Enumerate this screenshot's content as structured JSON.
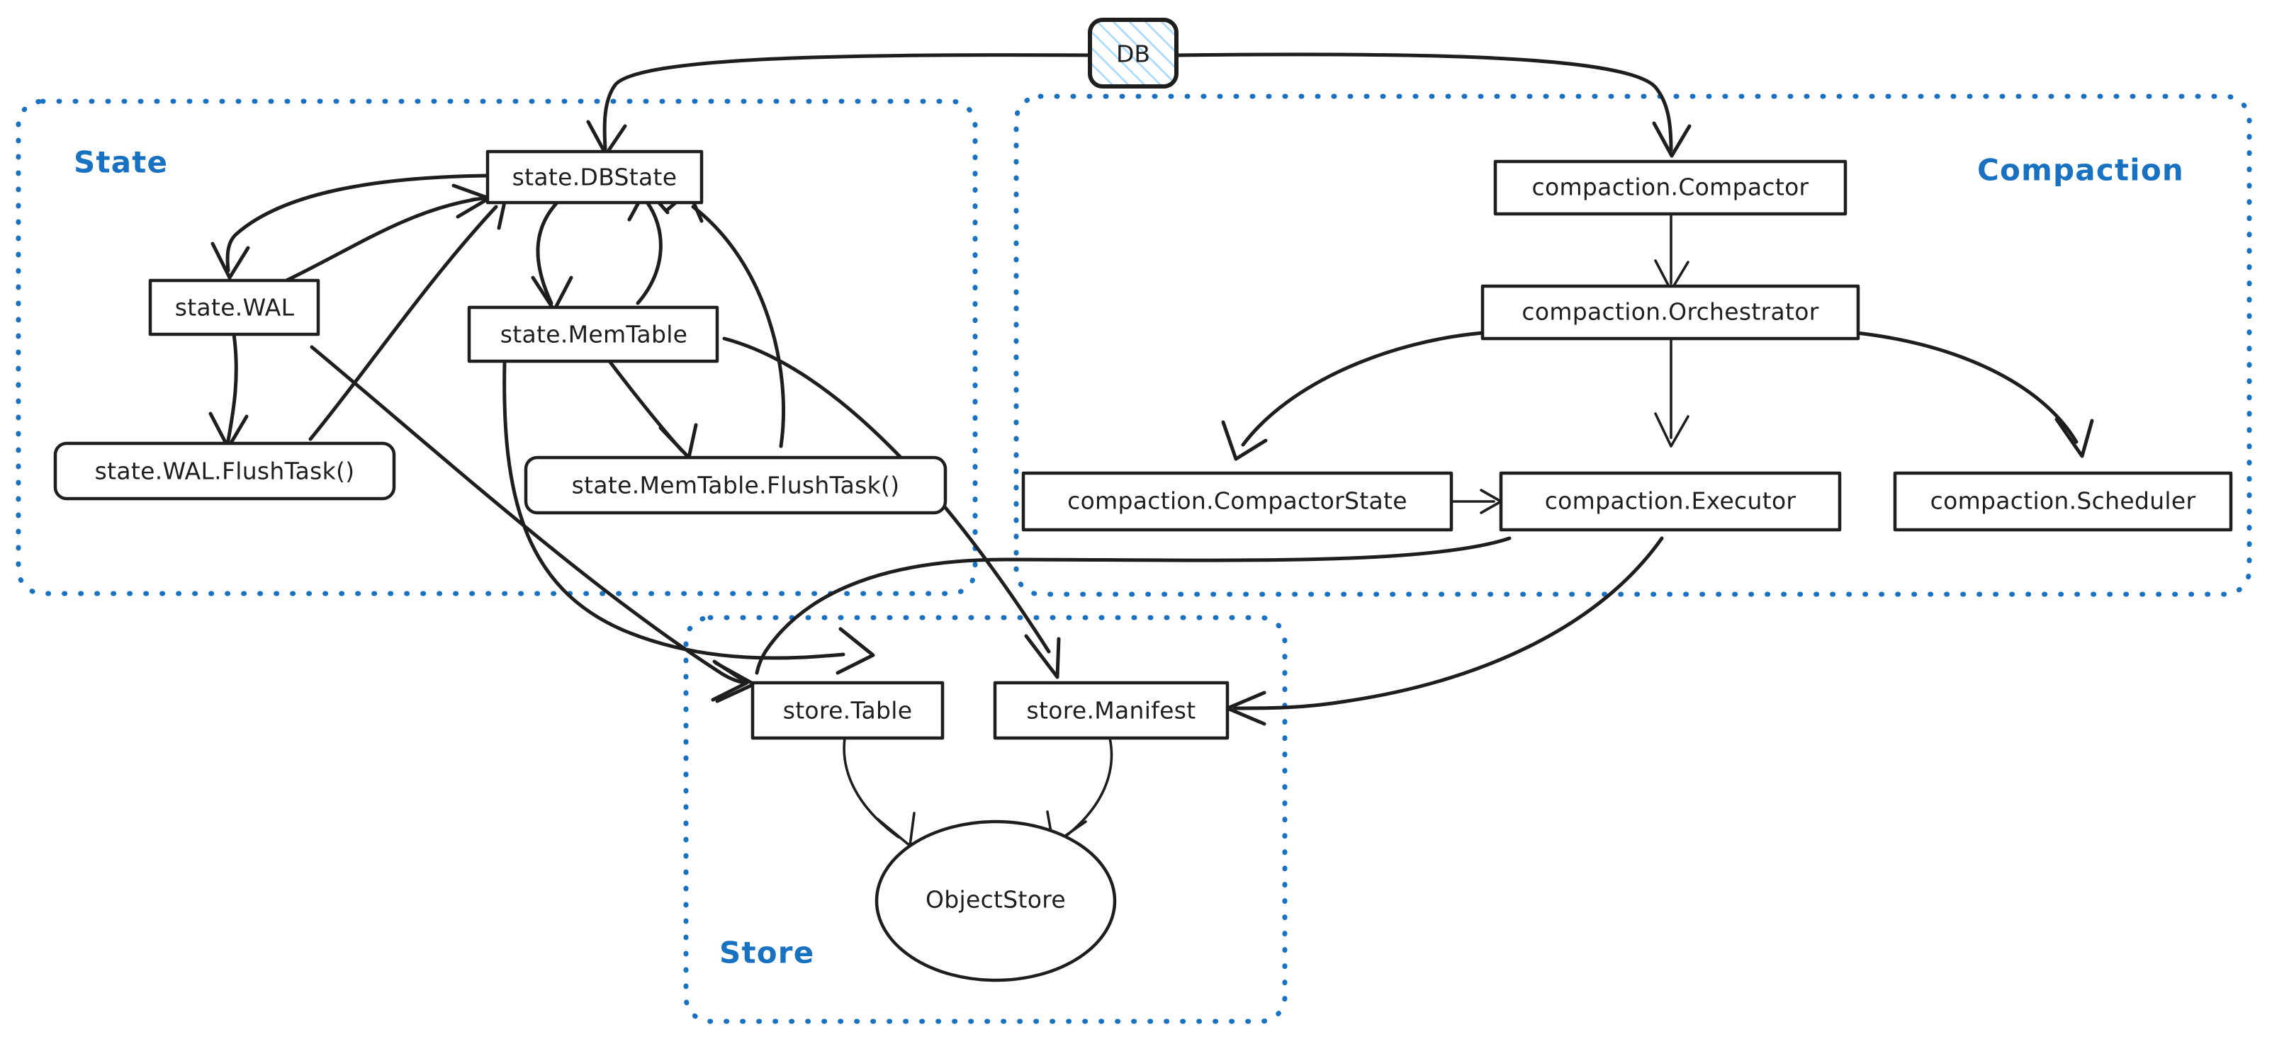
{
  "diagram": {
    "title": "slatedb architecture module dependency diagram",
    "background": "#ffffff",
    "accent_color": "#1971c2",
    "stroke_color": "#1e1e1e",
    "hatch_color": "#a5d8ff"
  },
  "groups": [
    {
      "id": "state",
      "label": "State"
    },
    {
      "id": "compaction",
      "label": "Compaction"
    },
    {
      "id": "store",
      "label": "Store"
    }
  ],
  "nodes": [
    {
      "id": "db",
      "label": "DB",
      "shape": "rounded-rect-hatched",
      "group": null
    },
    {
      "id": "state_dbstate",
      "label": "state.DBState",
      "shape": "rect",
      "group": "state"
    },
    {
      "id": "state_wal",
      "label": "state.WAL",
      "shape": "rect",
      "group": "state"
    },
    {
      "id": "state_memtable",
      "label": "state.MemTable",
      "shape": "rect",
      "group": "state"
    },
    {
      "id": "state_wal_flushtask",
      "label": "state.WAL.FlushTask()",
      "shape": "rounded-rect",
      "group": "state"
    },
    {
      "id": "state_memtable_flushtask",
      "label": "state.MemTable.FlushTask()",
      "shape": "rounded-rect",
      "group": "state"
    },
    {
      "id": "compaction_compactor",
      "label": "compaction.Compactor",
      "shape": "rect",
      "group": "compaction"
    },
    {
      "id": "compaction_orchestrator",
      "label": "compaction.Orchestrator",
      "shape": "rect",
      "group": "compaction"
    },
    {
      "id": "compaction_compactorstate",
      "label": "compaction.CompactorState",
      "shape": "rect",
      "group": "compaction"
    },
    {
      "id": "compaction_executor",
      "label": "compaction.Executor",
      "shape": "rect",
      "group": "compaction"
    },
    {
      "id": "compaction_scheduler",
      "label": "compaction.Scheduler",
      "shape": "rect",
      "group": "compaction"
    },
    {
      "id": "store_table",
      "label": "store.Table",
      "shape": "rect",
      "group": "store"
    },
    {
      "id": "store_manifest",
      "label": "store.Manifest",
      "shape": "rect",
      "group": "store"
    },
    {
      "id": "objectstore",
      "label": "ObjectStore",
      "shape": "ellipse",
      "group": "store"
    }
  ],
  "edges": [
    {
      "from": "db",
      "to": "state_dbstate"
    },
    {
      "from": "db",
      "to": "compaction_compactor"
    },
    {
      "from": "state_dbstate",
      "to": "state_wal"
    },
    {
      "from": "state_wal",
      "to": "state_dbstate"
    },
    {
      "from": "state_dbstate",
      "to": "state_memtable"
    },
    {
      "from": "state_memtable",
      "to": "state_dbstate"
    },
    {
      "from": "state_wal",
      "to": "state_wal_flushtask"
    },
    {
      "from": "state_wal_flushtask",
      "to": "state_dbstate"
    },
    {
      "from": "state_memtable",
      "to": "state_memtable_flushtask"
    },
    {
      "from": "state_memtable_flushtask",
      "to": "state_dbstate"
    },
    {
      "from": "state_wal",
      "to": "store_table"
    },
    {
      "from": "state_memtable",
      "to": "store_table"
    },
    {
      "from": "state_memtable",
      "to": "store_manifest"
    },
    {
      "from": "compaction_compactor",
      "to": "compaction_orchestrator"
    },
    {
      "from": "compaction_orchestrator",
      "to": "compaction_compactorstate"
    },
    {
      "from": "compaction_orchestrator",
      "to": "compaction_executor"
    },
    {
      "from": "compaction_orchestrator",
      "to": "compaction_scheduler"
    },
    {
      "from": "compaction_compactorstate",
      "to": "compaction_executor"
    },
    {
      "from": "compaction_compactorstate",
      "to": "store_table"
    },
    {
      "from": "compaction_executor",
      "to": "store_manifest"
    },
    {
      "from": "store_table",
      "to": "objectstore"
    },
    {
      "from": "store_manifest",
      "to": "objectstore"
    }
  ]
}
